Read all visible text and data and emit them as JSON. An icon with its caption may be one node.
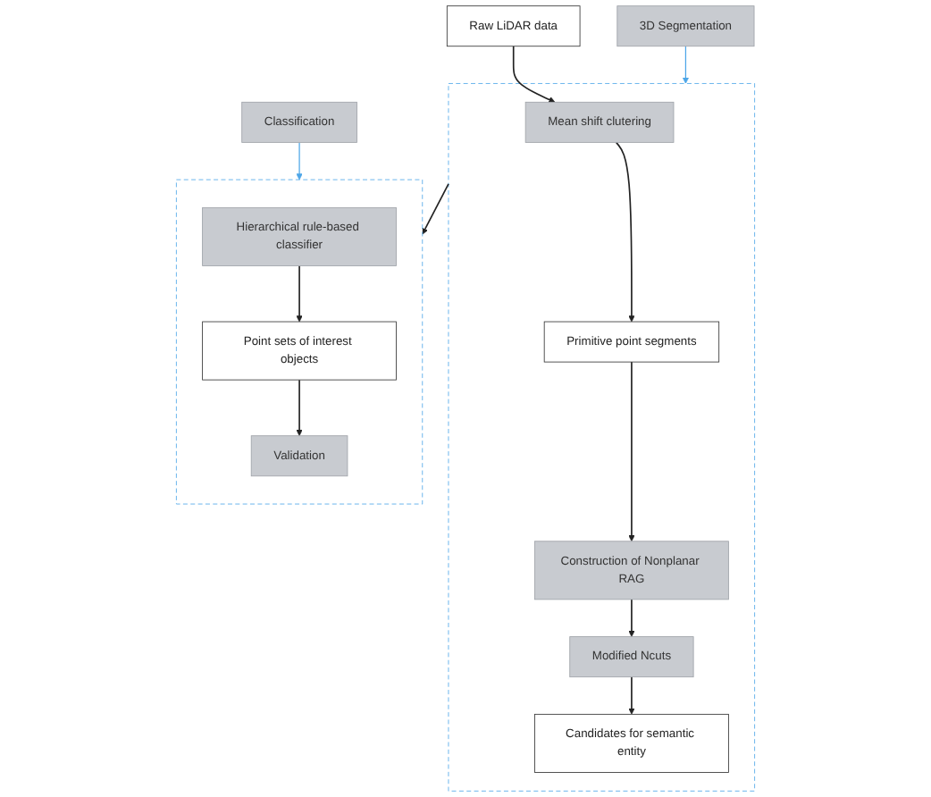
{
  "diagram": {
    "nodes": [
      {
        "text": [
          "Raw LiDAR data"
        ]
      },
      {
        "text": [],
        "shape": "box"
      },
      {
        "text": [
          "Mean shift clutering"
        ],
        "in": 1
      },
      {
        "text": [
          "Primitive point segments"
        ],
        "in": 1
      },
      {
        "text": [
          "Construction of Nonplanar RAG"
        ],
        "in": 1
      },
      {
        "text": [
          "Modified Ncuts"
        ],
        "in": 1
      },
      {
        "text": [
          "Candidates for semantic entity"
        ],
        "in": 1
      },
      {
        "text": [],
        "shape": "box"
      },
      {
        "text": [
          "Hierarchical rule-based classifier"
        ],
        "in": 7
      },
      {
        "text": [
          "Point sets of interest objects"
        ],
        "in": 7
      },
      {
        "text": [
          "Validation"
        ],
        "in": 7
      },
      {
        "text": [
          "3D Segmentation"
        ]
      },
      {
        "text": [
          "Classification"
        ]
      }
    ],
    "edges": [
      {
        "from": 0,
        "to": 2,
        "arrow": "to"
      },
      {
        "from": 2,
        "to": 3,
        "arrow": "to"
      },
      {
        "from": 3,
        "to": 4,
        "arrow": "to"
      },
      {
        "from": 4,
        "to": 5,
        "arrow": "to"
      },
      {
        "from": 5,
        "to": 6,
        "arrow": "to"
      },
      {
        "from": 1,
        "to": 7,
        "arrow": "to"
      },
      {
        "from": 8,
        "to": 9,
        "arrow": "to"
      },
      {
        "from": 9,
        "to": 10,
        "arrow": "to"
      },
      {
        "from": 11,
        "to": 1,
        "arrow": "to",
        "color": "#4da6e8"
      },
      {
        "from": 12,
        "to": 7,
        "arrow": "to",
        "color": "#4da6e8"
      }
    ]
  }
}
